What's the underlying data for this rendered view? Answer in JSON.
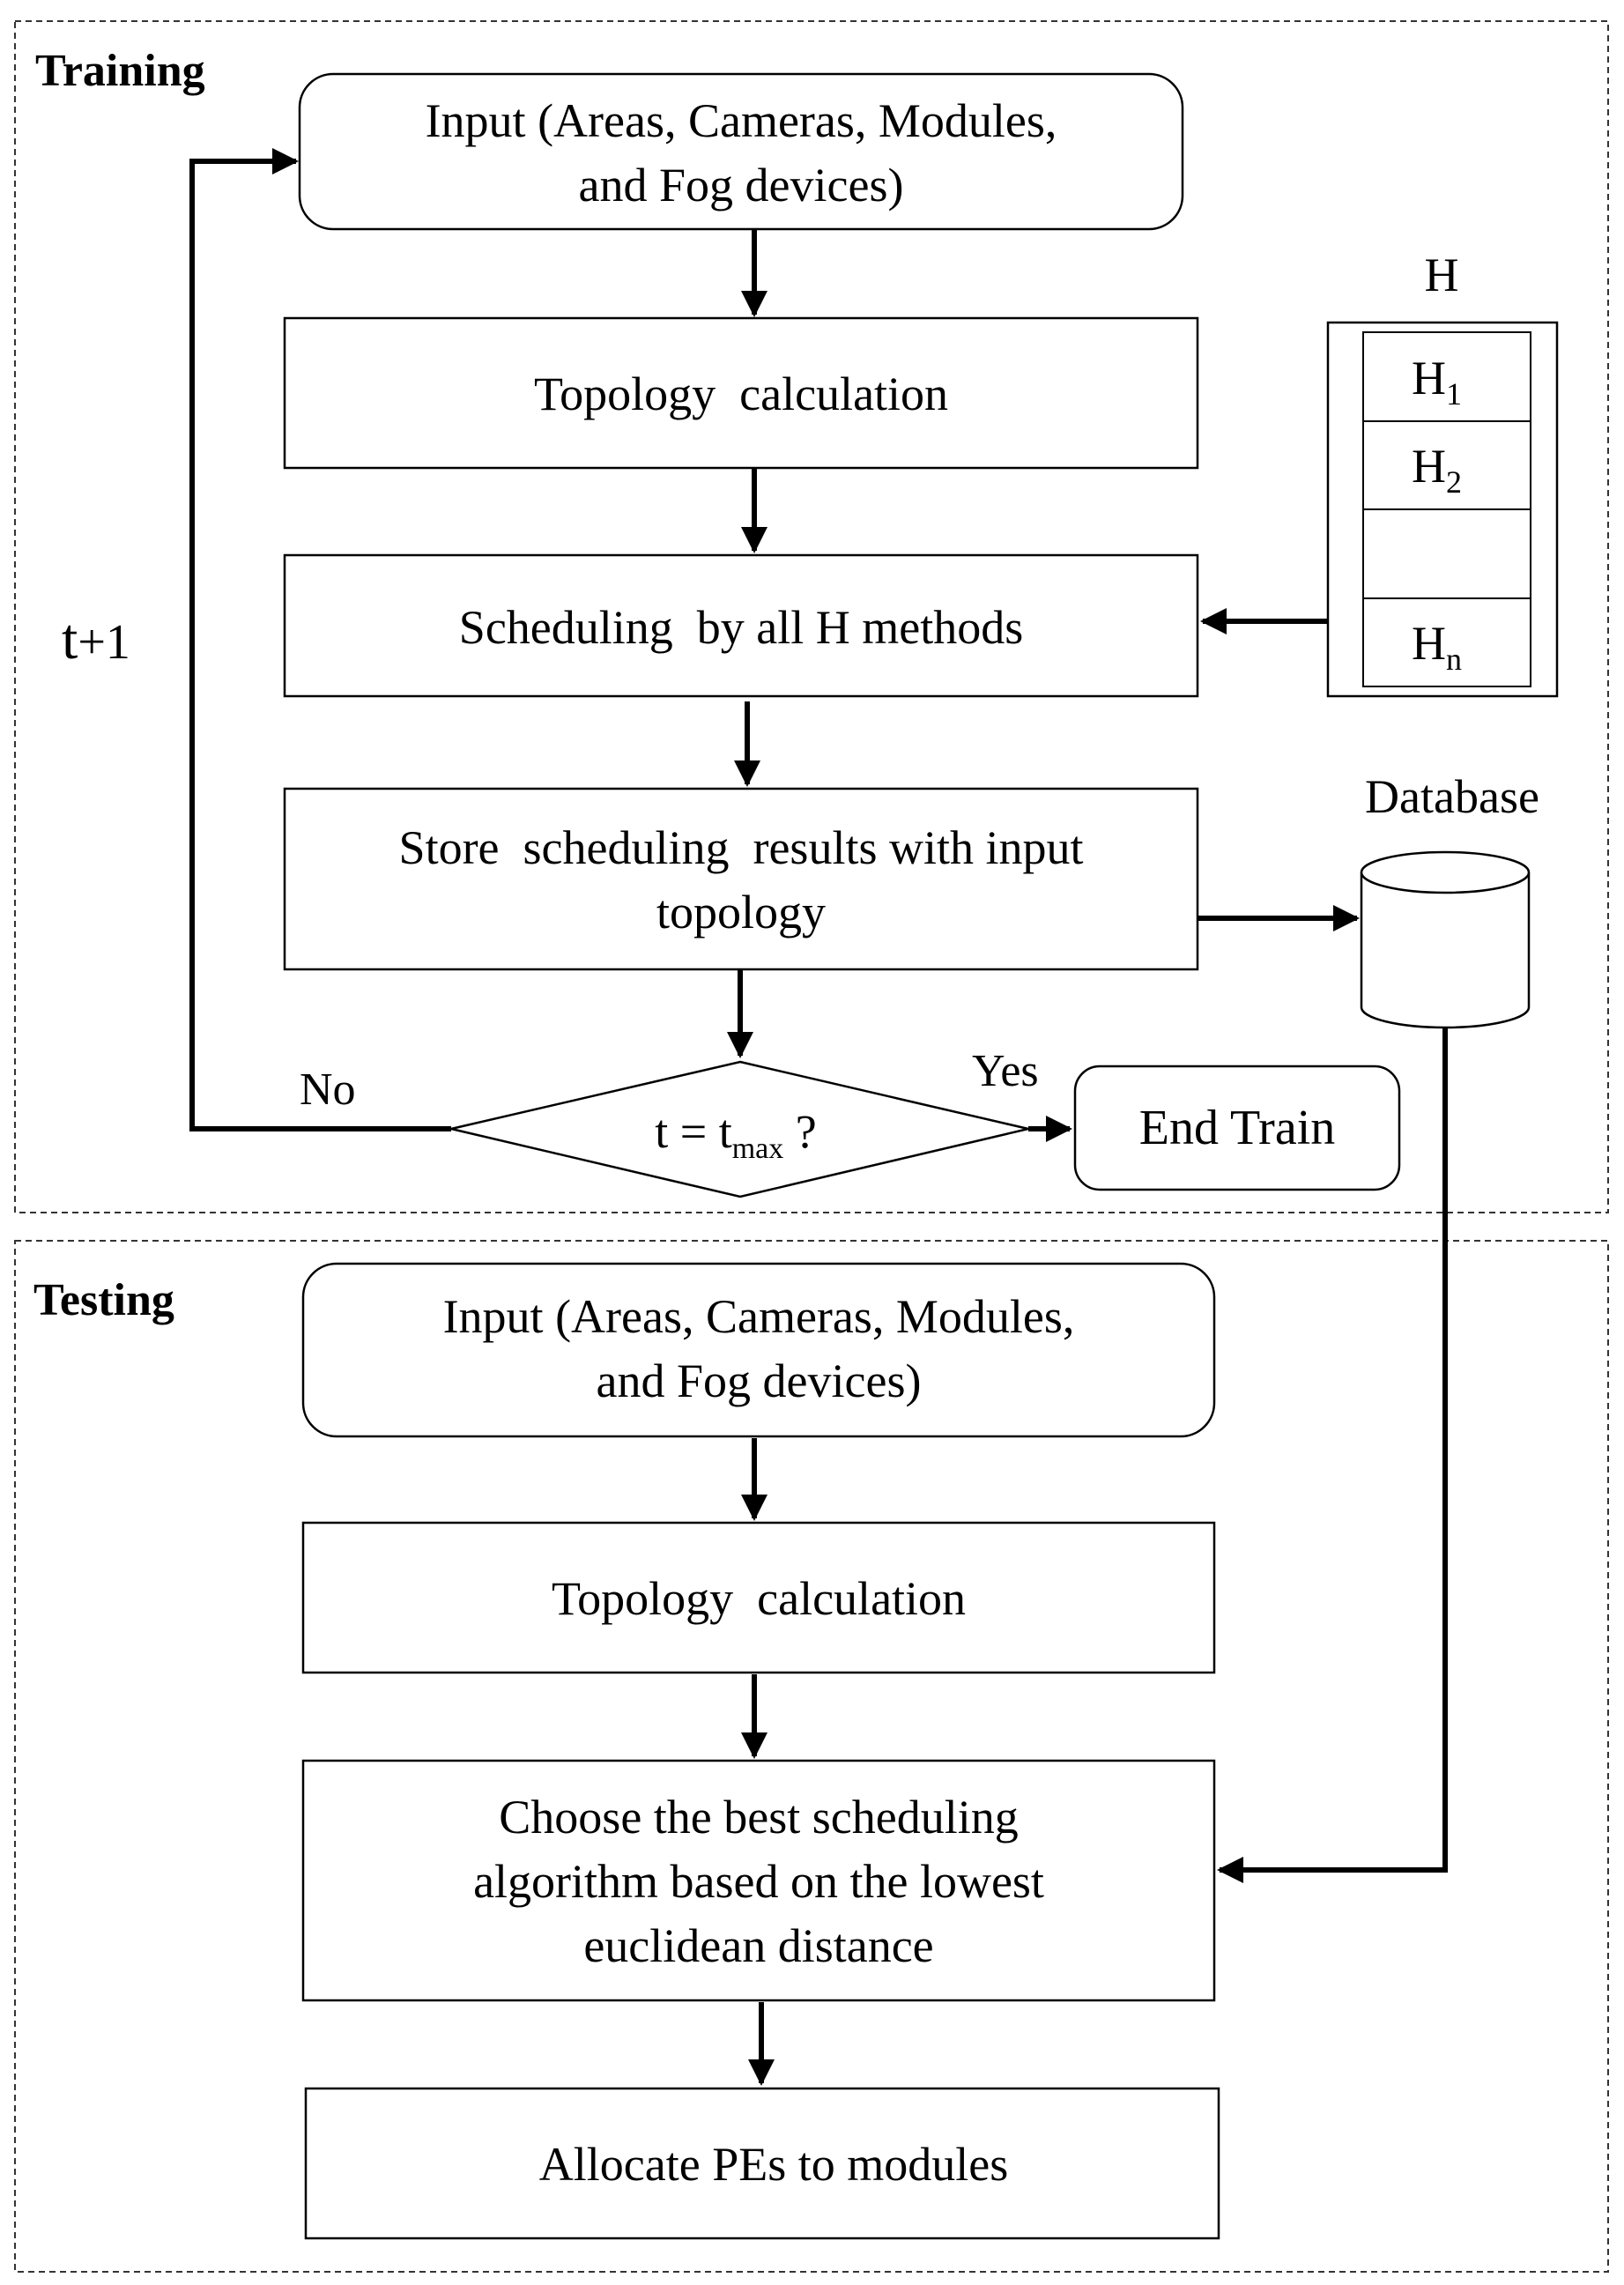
{
  "training": {
    "title": "Training",
    "input_line1": "Input (Areas, Cameras, Modules,",
    "input_line2": "and Fog devices)",
    "topology": "Topology  calculation",
    "scheduling": "Scheduling  by all H methods",
    "store_line1": "Store  scheduling  results with input",
    "store_line2": "topology",
    "loop_label_t": "t",
    "loop_label_plus": "+1",
    "no_label": "No",
    "yes_label": "Yes",
    "decision_t": "t = t",
    "decision_sub": "max",
    "decision_q": " ?",
    "end_train": "End Train"
  },
  "heuristics": {
    "title": "H",
    "items": [
      {
        "main": "H",
        "sub": "1"
      },
      {
        "main": "H",
        "sub": "2"
      },
      {
        "main": "",
        "sub": ""
      },
      {
        "main": "H",
        "sub": "n"
      }
    ]
  },
  "database": {
    "label": "Database"
  },
  "testing": {
    "title": "Testing",
    "input_line1": "Input (Areas, Cameras, Modules,",
    "input_line2": "and Fog devices)",
    "topology": "Topology  calculation",
    "choose_line1": "Choose the best scheduling",
    "choose_line2": "algorithm based on the lowest",
    "choose_line3": "euclidean distance",
    "allocate": "Allocate PEs to modules"
  }
}
